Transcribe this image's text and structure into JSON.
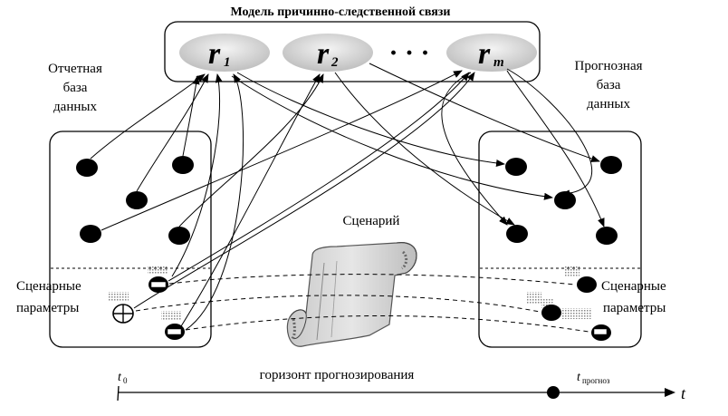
{
  "title": "Модель причинно-следственной связи",
  "left_db_label": [
    "Отчетная",
    "база",
    "данных"
  ],
  "right_db_label": [
    "Прогнозная",
    "база",
    "данных"
  ],
  "scenario_label": "Сценарий",
  "left_params_label": [
    "Сценарные",
    "параметры"
  ],
  "right_params_label": [
    "Сценарные",
    "параметры"
  ],
  "relations": [
    {
      "letter": "r",
      "sub": "1"
    },
    {
      "letter": "r",
      "sub": "2"
    },
    {
      "letter": "r",
      "sub": "m"
    }
  ],
  "ellipsis": "· · ·",
  "timeline": {
    "start_label": "t",
    "start_sub": "0",
    "center_label": "горизонт прогнозирования",
    "forecast_label": "t",
    "forecast_sub": "прогноз",
    "axis_label": "t"
  }
}
